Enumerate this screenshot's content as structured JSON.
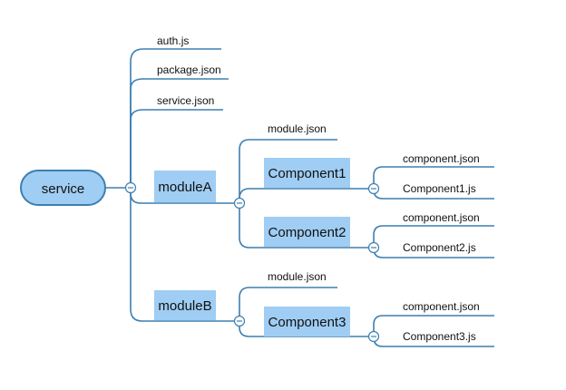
{
  "colors": {
    "line": "#3d7fb0",
    "node_fill": "#9fcdf3",
    "background": "#ffffff"
  },
  "root": {
    "label": "service"
  },
  "root_children": {
    "auth": "auth.js",
    "package": "package.json",
    "service_json": "service.json"
  },
  "moduleA": {
    "label": "moduleA",
    "module_json": "module.json",
    "component1": {
      "label": "Component1",
      "json": "component.json",
      "js": "Component1.js"
    },
    "component2": {
      "label": "Component2",
      "json": "component.json",
      "js": "Component2.js"
    }
  },
  "moduleB": {
    "label": "moduleB",
    "module_json": "module.json",
    "component3": {
      "label": "Component3",
      "json": "component.json",
      "js": "Component3.js"
    }
  },
  "toggle_icon": "collapse-icon"
}
